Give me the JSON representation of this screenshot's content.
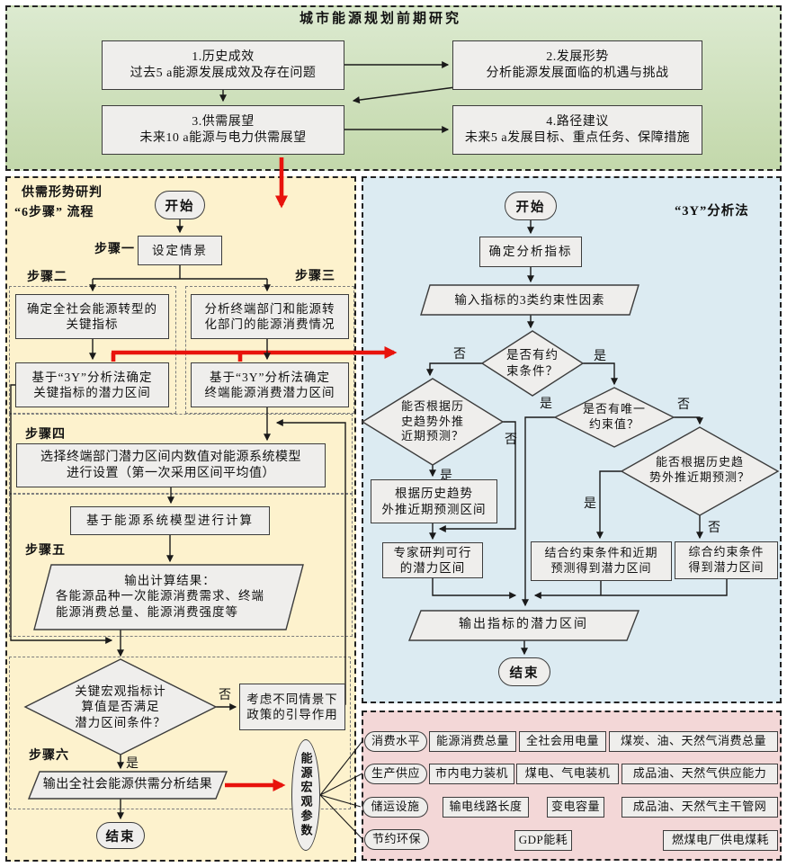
{
  "colors": {
    "green": "#d6e4c0",
    "yellow": "#fdf2cd",
    "blue": "#dcebf2",
    "pink": "#f3d7d7",
    "node": "#efeeec",
    "red": "#e8130c"
  },
  "yn": {
    "yes": "是",
    "no": "否"
  },
  "prestudy": {
    "title": "城市能源规划前期研究",
    "boxes": [
      {
        "t": "1.历史成效",
        "d": "过去5 a能源发展成效及存在问题"
      },
      {
        "t": "2.发展形势",
        "d": "分析能源发展面临的机遇与挑战"
      },
      {
        "t": "3.供需展望",
        "d": "未来10 a能源与电力供需展望"
      },
      {
        "t": "4.路径建议",
        "d": "未来5 a发展目标、重点任务、保障措施"
      }
    ]
  },
  "six": {
    "h1": "供需形势研判",
    "h2": "“6步骤” 流程",
    "steps": [
      "步骤一",
      "步骤二",
      "步骤三",
      "步骤四",
      "步骤五",
      "步骤六"
    ],
    "start": "开始",
    "end": "结束",
    "set_scenario": "设定情景",
    "a1": [
      "确定全社会能源转型的",
      "关键指标"
    ],
    "a2": [
      "基于“3Y”分析法确定",
      "关键指标的潜力区间"
    ],
    "b1": [
      "分析终端部门和能源转",
      "化部门的能源消费情况"
    ],
    "b2": [
      "基于“3Y”分析法确定",
      "终端能源消费潜力区间"
    ],
    "s4": [
      "选择终端部门潜力区间内数值对能源系统模型",
      "进行设置（第一次采用区间平均值）"
    ],
    "s5": "基于能源系统模型进行计算",
    "out1": [
      "输出计算结果：",
      "各能源品种一次能源消费需求、终端",
      "能源消费总量、能源消费强度等"
    ],
    "d6": [
      "关键宏观指标计",
      "算值是否满足",
      "潜力区间条件？"
    ],
    "consider": [
      "考虑不同情景下",
      "政策的引导作用"
    ],
    "out2": "输出全社会能源供需分析结果",
    "macro": "能源宏观参数"
  },
  "threey": {
    "label": "“3Y”分析法",
    "start": "开始",
    "end": "结束",
    "n1": "确定分析指标",
    "n2": "输入指标的3类约束性因素",
    "d1": [
      "是否有约",
      "束条件？"
    ],
    "d2": [
      "能否根据历",
      "史趋势外推",
      "近期预测？"
    ],
    "d3": [
      "是否有唯一",
      "约束值？"
    ],
    "d4": [
      "能否根据历史趋",
      "势外推近期预测？"
    ],
    "hist": [
      "根据历史趋势",
      "外推近期预测区间"
    ],
    "expert": [
      "专家研判可行",
      "的潜力区间"
    ],
    "combine": [
      "结合约束条件和近期",
      "预测得到潜力区间"
    ],
    "synth": [
      "综合约束条件",
      "得到潜力区间"
    ],
    "out": "输出指标的潜力区间"
  },
  "macro_params": {
    "rows": [
      {
        "cat": "消费水平",
        "items": [
          "能源消费总量",
          "全社会用电量",
          "煤炭、油、天然气消费总量"
        ]
      },
      {
        "cat": "生产供应",
        "items": [
          "市内电力装机",
          "煤电、气电装机",
          "成品油、天然气供应能力"
        ]
      },
      {
        "cat": "储运设施",
        "items": [
          "输电线路长度",
          "变电容量",
          "成品油、天然气主干管网"
        ]
      },
      {
        "cat": "节约环保",
        "items": [
          "GDP能耗",
          "燃煤电厂供电煤耗"
        ]
      }
    ]
  }
}
